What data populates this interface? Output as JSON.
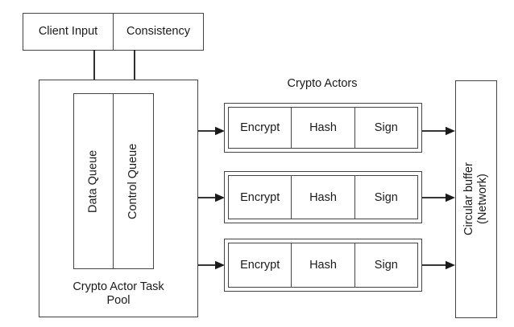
{
  "diagram": {
    "title_crypto_actors": "Crypto Actors",
    "inputs": [
      {
        "label": "Client Input"
      },
      {
        "label": "Consistency"
      }
    ],
    "task_pool": {
      "label": "Crypto Actor Task\nPool",
      "queues": [
        {
          "label": "Data Queue"
        },
        {
          "label": "Control Queue"
        }
      ]
    },
    "actor_rows": [
      {
        "cells": [
          "Encrypt",
          "Hash",
          "Sign"
        ]
      },
      {
        "cells": [
          "Encrypt",
          "Hash",
          "Sign"
        ]
      },
      {
        "cells": [
          "Encrypt",
          "Hash",
          "Sign"
        ]
      }
    ],
    "circular_buffer": {
      "label": "Circular buffer\n(Network)"
    },
    "colors": {
      "stroke": "#444444",
      "text": "#1a1a1a",
      "background": "#ffffff"
    }
  }
}
